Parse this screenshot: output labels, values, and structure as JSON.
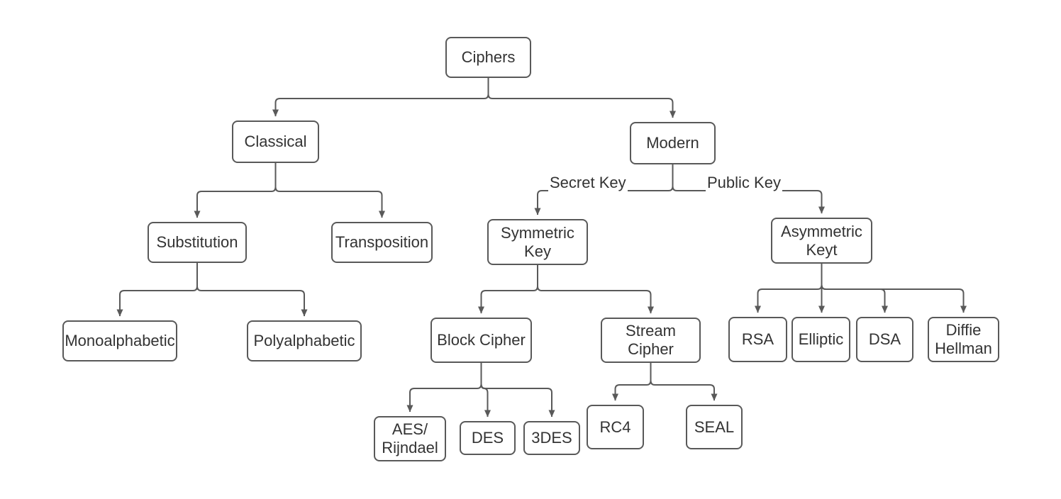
{
  "diagram": {
    "type": "tree",
    "root": "Ciphers",
    "colors": {
      "stroke": "#595959",
      "text": "#333333",
      "canvas_background": "#ffffff",
      "node_fill": "#ffffff"
    },
    "nodes": {
      "ciphers": {
        "label": "Ciphers"
      },
      "classical": {
        "label": "Classical"
      },
      "modern": {
        "label": "Modern"
      },
      "substitution": {
        "label": "Substitution"
      },
      "transposition": {
        "label": "Transposition"
      },
      "symmetric_key": {
        "label": "Symmetric\nKey"
      },
      "asymmetric_key": {
        "label": "Asymmetric\nKeyt"
      },
      "monoalphabetic": {
        "label": "Monoalphabetic"
      },
      "polyalphabetic": {
        "label": "Polyalphabetic"
      },
      "block_cipher": {
        "label": "Block Cipher"
      },
      "stream_cipher": {
        "label": "Stream\nCipher"
      },
      "aes_rijndael": {
        "label": "AES/\nRijndael"
      },
      "des": {
        "label": "DES"
      },
      "triple_des": {
        "label": "3DES"
      },
      "rc4": {
        "label": "RC4"
      },
      "seal": {
        "label": "SEAL"
      },
      "rsa": {
        "label": "RSA"
      },
      "elliptic": {
        "label": "Elliptic"
      },
      "dsa": {
        "label": "DSA"
      },
      "diffie_hellman": {
        "label": "Diffie\nHellman"
      }
    },
    "edge_labels": {
      "secret_key": "Secret Key",
      "public_key": "Public Key"
    },
    "edges": [
      {
        "from": "ciphers",
        "to": "classical"
      },
      {
        "from": "ciphers",
        "to": "modern"
      },
      {
        "from": "classical",
        "to": "substitution"
      },
      {
        "from": "classical",
        "to": "transposition"
      },
      {
        "from": "substitution",
        "to": "monoalphabetic"
      },
      {
        "from": "substitution",
        "to": "polyalphabetic"
      },
      {
        "from": "modern",
        "to": "symmetric_key",
        "label": "Secret Key"
      },
      {
        "from": "modern",
        "to": "asymmetric_key",
        "label": "Public Key"
      },
      {
        "from": "symmetric_key",
        "to": "block_cipher"
      },
      {
        "from": "symmetric_key",
        "to": "stream_cipher"
      },
      {
        "from": "block_cipher",
        "to": "aes_rijndael"
      },
      {
        "from": "block_cipher",
        "to": "des"
      },
      {
        "from": "block_cipher",
        "to": "triple_des"
      },
      {
        "from": "stream_cipher",
        "to": "rc4"
      },
      {
        "from": "stream_cipher",
        "to": "seal"
      },
      {
        "from": "asymmetric_key",
        "to": "rsa"
      },
      {
        "from": "asymmetric_key",
        "to": "elliptic"
      },
      {
        "from": "asymmetric_key",
        "to": "dsa"
      },
      {
        "from": "asymmetric_key",
        "to": "diffie_hellman"
      }
    ]
  }
}
